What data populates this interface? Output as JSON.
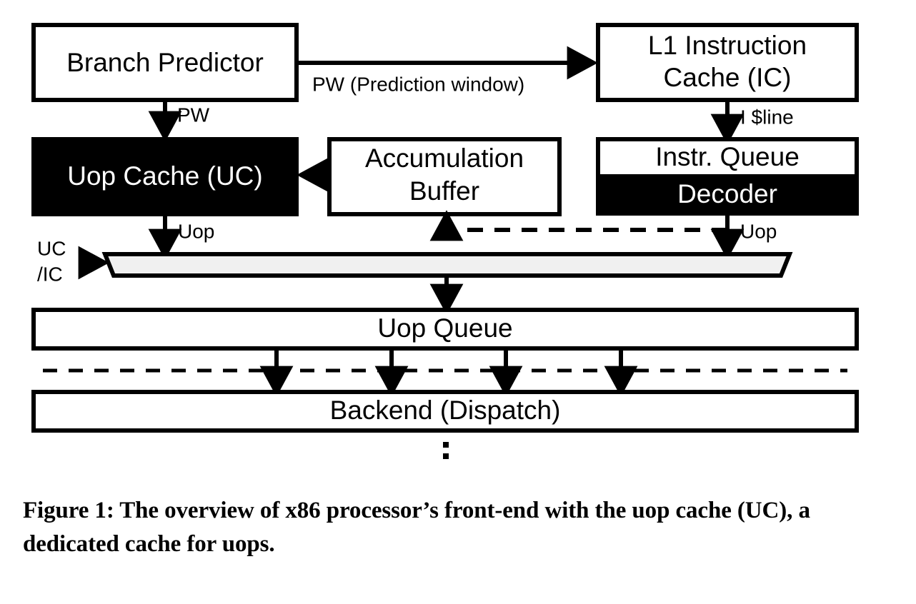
{
  "figure": {
    "caption_line1": "Figure 1: The overview of x86 processor’s front-end with the",
    "caption_line2": "uop cache (UC), a dedicated cache for uops.",
    "colors": {
      "ink": "#000000",
      "page": "#ffffff",
      "mux_fill": "#f0f0f0",
      "filled_block": "#000000",
      "filled_block_text": "#ffffff"
    },
    "blocks": {
      "branch_predictor": {
        "label": "Branch Predictor",
        "style": "outline"
      },
      "l1_instruction_cache": {
        "label_line1": "L1 Instruction",
        "label_line2": "Cache (IC)",
        "style": "outline"
      },
      "uop_cache": {
        "label": "Uop Cache (UC)",
        "style": "filled"
      },
      "accumulation_buffer": {
        "label_line1": "Accumulation",
        "label_line2": "Buffer",
        "style": "outline"
      },
      "instr_queue": {
        "label": "Instr. Queue",
        "style": "outline"
      },
      "decoder": {
        "label": "Decoder",
        "style": "filled"
      },
      "mux": {
        "label": "",
        "style": "trapezoid"
      },
      "uop_queue": {
        "label": "Uop Queue",
        "style": "outline"
      },
      "backend": {
        "label": "Backend (Dispatch)",
        "style": "outline"
      }
    },
    "edge_labels": {
      "bp_to_ic": "PW (Prediction window)",
      "bp_to_uc": "PW",
      "ic_to_iq": "I $line",
      "uc_to_mux": "Uop",
      "decoder_to_mux": "Uop",
      "mux_selector_line1": "UC",
      "mux_selector_line2": "/IC"
    },
    "ellipsis": ":"
  }
}
